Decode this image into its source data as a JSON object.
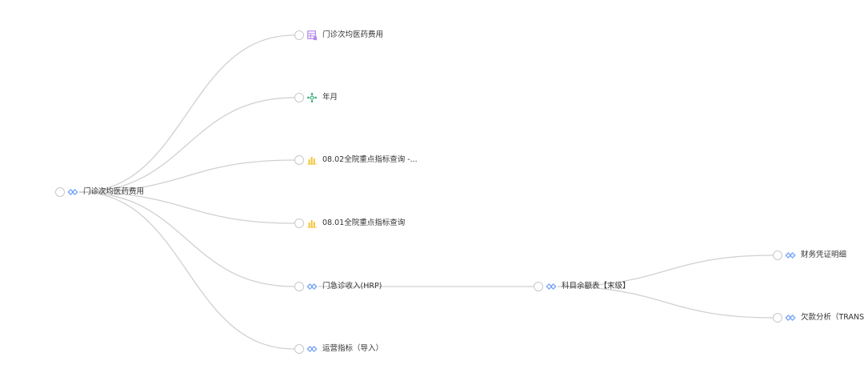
{
  "colors": {
    "edge": "#d0d0d0",
    "dataset_icon": "#7aa7f5",
    "table_icon": "#b78ce8",
    "chart_icon": "#f2c12e",
    "dimension_icon": "#3fb27f"
  },
  "nodes": {
    "root": {
      "label": "门诊次均医药费用",
      "icon": "dataset-icon"
    },
    "child_1": {
      "label": "门诊次均医药费用",
      "icon": "table-icon"
    },
    "child_2": {
      "label": "年月",
      "icon": "dimension-icon"
    },
    "child_3": {
      "label": "08.02全院重点指标查询 -...",
      "icon": "bar-chart-icon"
    },
    "child_4": {
      "label": "08.01全院重点指标查询",
      "icon": "bar-chart-icon"
    },
    "child_5": {
      "label": "门急诊收入(HRP)",
      "icon": "dataset-icon"
    },
    "child_6": {
      "label": "运营指标（导入）",
      "icon": "dataset-icon"
    },
    "grand_1": {
      "label": "科目余额表【末级】",
      "icon": "dataset-icon"
    },
    "great_1": {
      "label": "财务凭证明细",
      "icon": "dataset-icon"
    },
    "great_2": {
      "label": "欠款分析（TRANS",
      "icon": "dataset-icon"
    }
  }
}
